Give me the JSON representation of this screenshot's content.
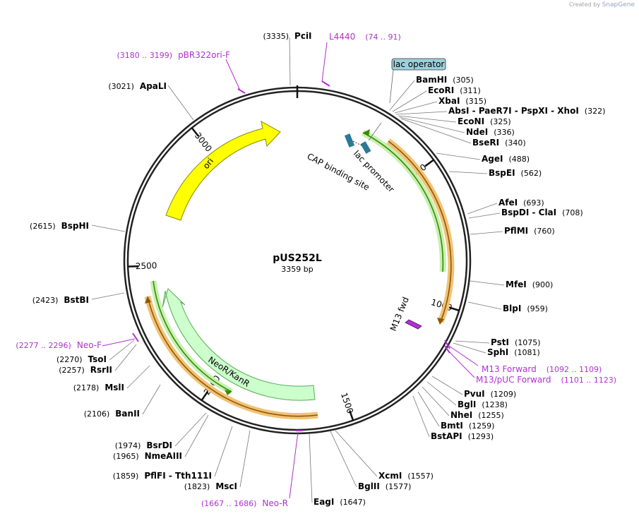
{
  "branding": {
    "created_by": "Created by",
    "product": "SnapGene"
  },
  "plasmid": {
    "name": "pUS252L",
    "length_label": "3359 bp",
    "total_bp": 3359
  },
  "colors": {
    "backbone": "#222222",
    "ori": "#ffff00",
    "neo": "#ccffcc",
    "orange_fill": "#ffe7b3",
    "orange_stroke": "#e8a020",
    "green_fill": "#c8f0b0",
    "green_stroke": "#3a8a00",
    "primer": "#b030d0",
    "lac_operator_fill": "#9ed0dc",
    "teal_block": "#2a7a96"
  },
  "ticks": [
    {
      "label": "500",
      "bp": 500
    },
    {
      "label": "1000",
      "bp": 1000
    },
    {
      "label": "1500",
      "bp": 1500
    },
    {
      "label": "2000",
      "bp": 2000
    },
    {
      "label": "2500",
      "bp": 2500
    },
    {
      "label": "3000",
      "bp": 3000
    }
  ],
  "features": [
    {
      "label": "ori",
      "type": "ori"
    },
    {
      "label": "NeoR/KanR",
      "type": "cds"
    },
    {
      "label": "lac promoter",
      "type": "promoter"
    },
    {
      "label": "CAP binding site",
      "type": "protein-bind"
    },
    {
      "label": "lac operator",
      "type": "protein-bind"
    },
    {
      "label": "M13 fwd",
      "type": "primer-feature"
    }
  ],
  "sites_right": [
    {
      "name": "BamHI",
      "pos": "(305)"
    },
    {
      "name": "EcoRI",
      "pos": "(311)"
    },
    {
      "name": "XbaI",
      "pos": "(315)"
    },
    {
      "name": "AbsI  - PaeR7I  - PspXI  - XhoI",
      "pos": "(322)"
    },
    {
      "name": "EcoNI",
      "pos": "(325)"
    },
    {
      "name": "NdeI",
      "pos": "(336)"
    },
    {
      "name": "BseRI",
      "pos": "(340)"
    },
    {
      "name": "AgeI",
      "pos": "(488)"
    },
    {
      "name": "BspEI",
      "pos": "(562)"
    },
    {
      "name": "AfeI",
      "pos": "(693)"
    },
    {
      "name": "BspDI  - ClaI",
      "pos": "(708)"
    },
    {
      "name": "PflMI",
      "pos": "(760)"
    },
    {
      "name": "MfeI",
      "pos": "(900)"
    },
    {
      "name": "BlpI",
      "pos": "(959)"
    },
    {
      "name": "PstI",
      "pos": "(1075)"
    },
    {
      "name": "SphI",
      "pos": "(1081)"
    },
    {
      "name": "PvuI",
      "pos": "(1209)"
    },
    {
      "name": "BglI",
      "pos": "(1238)"
    },
    {
      "name": "NheI",
      "pos": "(1255)"
    },
    {
      "name": "BmtI",
      "pos": "(1259)"
    },
    {
      "name": "BstAPI",
      "pos": "(1293)"
    },
    {
      "name": "XcmI",
      "pos": "(1557)"
    },
    {
      "name": "BglII",
      "pos": "(1577)"
    },
    {
      "name": "EagI",
      "pos": "(1647)"
    }
  ],
  "sites_left": [
    {
      "name": "PciI",
      "pos": "(3335)"
    },
    {
      "name": "ApaLI",
      "pos": "(3021)"
    },
    {
      "name": "BspHI",
      "pos": "(2615)"
    },
    {
      "name": "BstBI",
      "pos": "(2423)"
    },
    {
      "name": "TsoI",
      "pos": "(2270)"
    },
    {
      "name": "RsrII",
      "pos": "(2257)"
    },
    {
      "name": "MslI",
      "pos": "(2178)"
    },
    {
      "name": "BanII",
      "pos": "(2106)"
    },
    {
      "name": "BsrDI",
      "pos": "(1974)"
    },
    {
      "name": "NmeAIII",
      "pos": "(1965)"
    },
    {
      "name": "PflFI  - Tth111I",
      "pos": "(1859)"
    },
    {
      "name": "MscI",
      "pos": "(1823)"
    }
  ],
  "primers": [
    {
      "name": "L4440",
      "range": "(74 .. 91)"
    },
    {
      "name": "pBR322ori-F",
      "range": "(3180 .. 3199)"
    },
    {
      "name": "M13 Forward",
      "range": "(1092 .. 1109)"
    },
    {
      "name": "M13/pUC Forward",
      "range": "(1101 .. 1123)"
    },
    {
      "name": "Neo-F",
      "range": "(2277 .. 2296)"
    },
    {
      "name": "Neo-R",
      "range": "(1667 .. 1686)"
    }
  ]
}
